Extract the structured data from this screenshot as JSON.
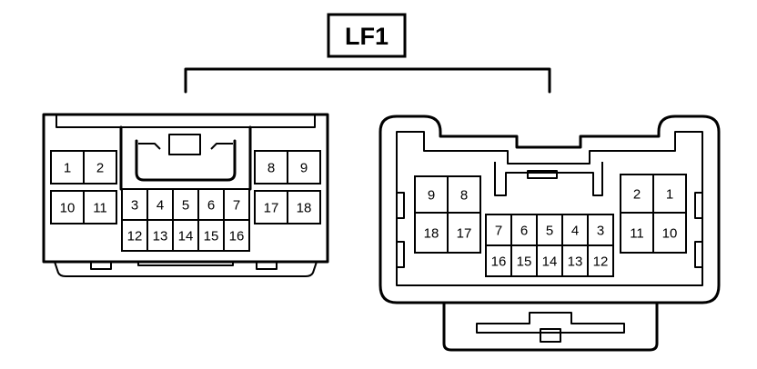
{
  "connector": {
    "label": "LF1"
  },
  "left_connector": {
    "pins": [
      {
        "label": "1"
      },
      {
        "label": "2"
      },
      {
        "label": "10"
      },
      {
        "label": "11"
      },
      {
        "label": "3"
      },
      {
        "label": "4"
      },
      {
        "label": "5"
      },
      {
        "label": "6"
      },
      {
        "label": "7"
      },
      {
        "label": "12"
      },
      {
        "label": "13"
      },
      {
        "label": "14"
      },
      {
        "label": "15"
      },
      {
        "label": "16"
      },
      {
        "label": "8"
      },
      {
        "label": "9"
      },
      {
        "label": "17"
      },
      {
        "label": "18"
      }
    ]
  },
  "right_connector": {
    "pins": [
      {
        "label": "9"
      },
      {
        "label": "8"
      },
      {
        "label": "18"
      },
      {
        "label": "17"
      },
      {
        "label": "7"
      },
      {
        "label": "6"
      },
      {
        "label": "5"
      },
      {
        "label": "4"
      },
      {
        "label": "3"
      },
      {
        "label": "16"
      },
      {
        "label": "15"
      },
      {
        "label": "14"
      },
      {
        "label": "13"
      },
      {
        "label": "12"
      },
      {
        "label": "2"
      },
      {
        "label": "1"
      },
      {
        "label": "11"
      },
      {
        "label": "10"
      }
    ]
  }
}
